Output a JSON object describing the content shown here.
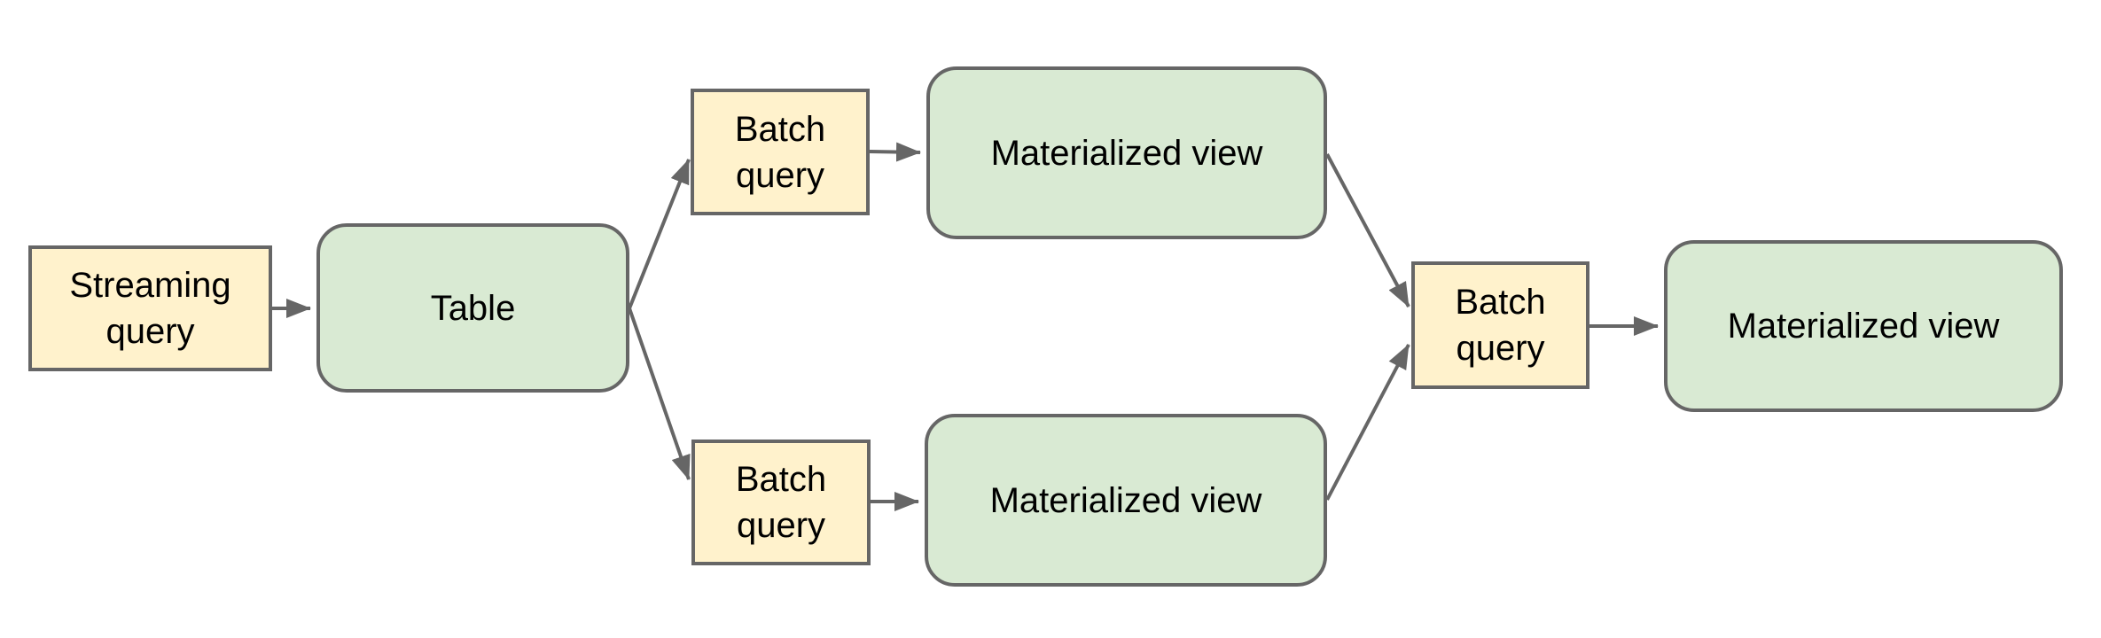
{
  "diagram": {
    "type": "flowchart",
    "background_color": "#ffffff",
    "colors": {
      "query_box_fill": "#fff2cc",
      "entity_box_fill": "#d9ead3",
      "stroke": "#666666",
      "text": "#000000"
    },
    "nodes": [
      {
        "id": "streaming-query",
        "label": "Streaming query",
        "shape": "rectangle",
        "fill": "#fff2cc"
      },
      {
        "id": "table",
        "label": "Table",
        "shape": "rounded-rectangle",
        "fill": "#d9ead3"
      },
      {
        "id": "batch-query-top",
        "label": "Batch query",
        "shape": "rectangle",
        "fill": "#fff2cc"
      },
      {
        "id": "materialized-view-top",
        "label": "Materialized view",
        "shape": "rounded-rectangle",
        "fill": "#d9ead3"
      },
      {
        "id": "batch-query-bottom",
        "label": "Batch query",
        "shape": "rectangle",
        "fill": "#fff2cc"
      },
      {
        "id": "materialized-view-bottom",
        "label": "Materialized view",
        "shape": "rounded-rectangle",
        "fill": "#d9ead3"
      },
      {
        "id": "batch-query-merge",
        "label": "Batch query",
        "shape": "rectangle",
        "fill": "#fff2cc"
      },
      {
        "id": "materialized-view-final",
        "label": "Materialized view",
        "shape": "rounded-rectangle",
        "fill": "#d9ead3"
      }
    ],
    "edges": [
      {
        "from": "streaming-query",
        "to": "table"
      },
      {
        "from": "table",
        "to": "batch-query-top"
      },
      {
        "from": "table",
        "to": "batch-query-bottom"
      },
      {
        "from": "batch-query-top",
        "to": "materialized-view-top"
      },
      {
        "from": "batch-query-bottom",
        "to": "materialized-view-bottom"
      },
      {
        "from": "materialized-view-top",
        "to": "batch-query-merge"
      },
      {
        "from": "materialized-view-bottom",
        "to": "batch-query-merge"
      },
      {
        "from": "batch-query-merge",
        "to": "materialized-view-final"
      }
    ]
  }
}
